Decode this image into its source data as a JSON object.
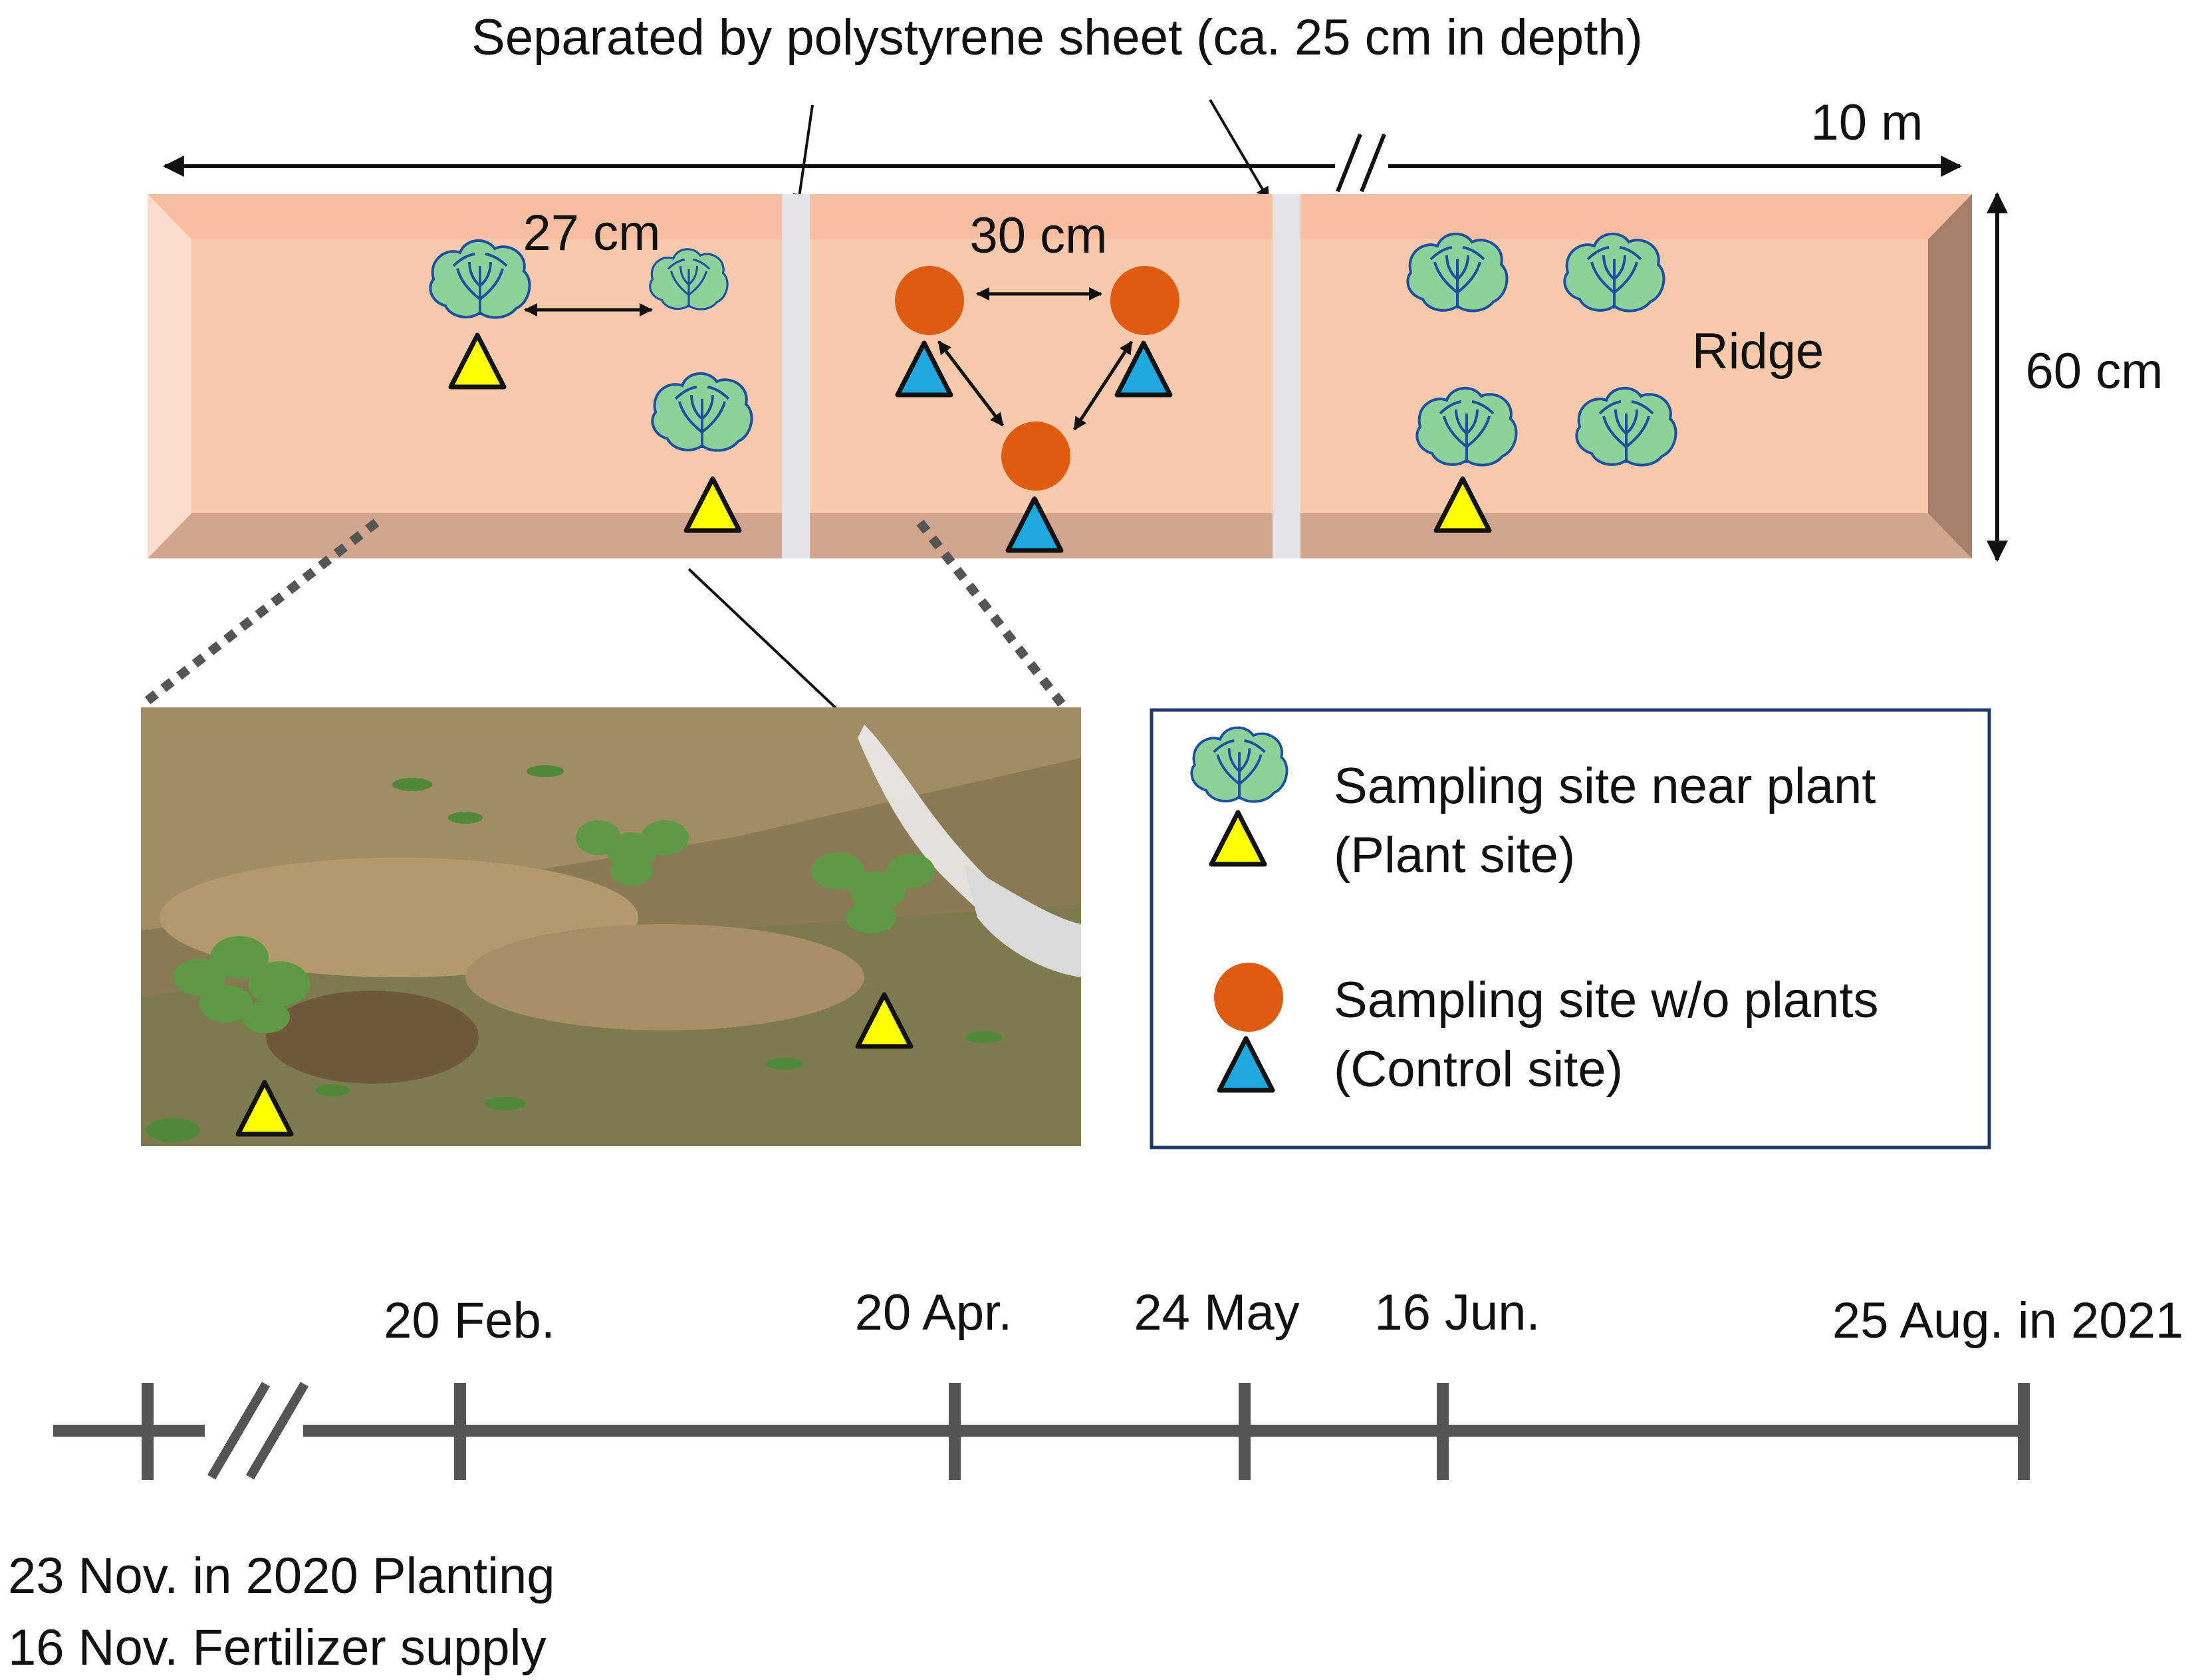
{
  "labels": {
    "separator_note": "Separated by polystyrene sheet (ca. 25 cm in depth)",
    "length": "10 m",
    "width": "60 cm",
    "spacing_plant": "27 cm",
    "spacing_control": "30 cm",
    "ridge": "Ridge"
  },
  "legend": {
    "plant_line1": "Sampling site near plant",
    "plant_line2": "(Plant site)",
    "control_line1": "Sampling site w/o plants",
    "control_line2": "(Control site)"
  },
  "timeline": {
    "events": [
      {
        "label": "20 Feb."
      },
      {
        "label": "20 Apr."
      },
      {
        "label": "24 May"
      },
      {
        "label": "16 Jun."
      },
      {
        "label": "25 Aug. in 2021"
      }
    ],
    "start_line1": "23 Nov. in 2020 Planting",
    "start_line2": "16 Nov. Fertilizer supply"
  },
  "colors": {
    "ridge_fill": "#F9C9AC",
    "ridge_bottom": "#D3A48E",
    "ridge_right": "#A67F6C",
    "ridge_left": "#FCDDCB",
    "separator": "#E4E4E8",
    "cabbage": "#8DD29A",
    "plant_marker": "#FFFF00",
    "control_marker": "#1EA8E0",
    "control_circle": "#E05A10",
    "legend_border": "#1F3864",
    "timeline": "#555555"
  }
}
